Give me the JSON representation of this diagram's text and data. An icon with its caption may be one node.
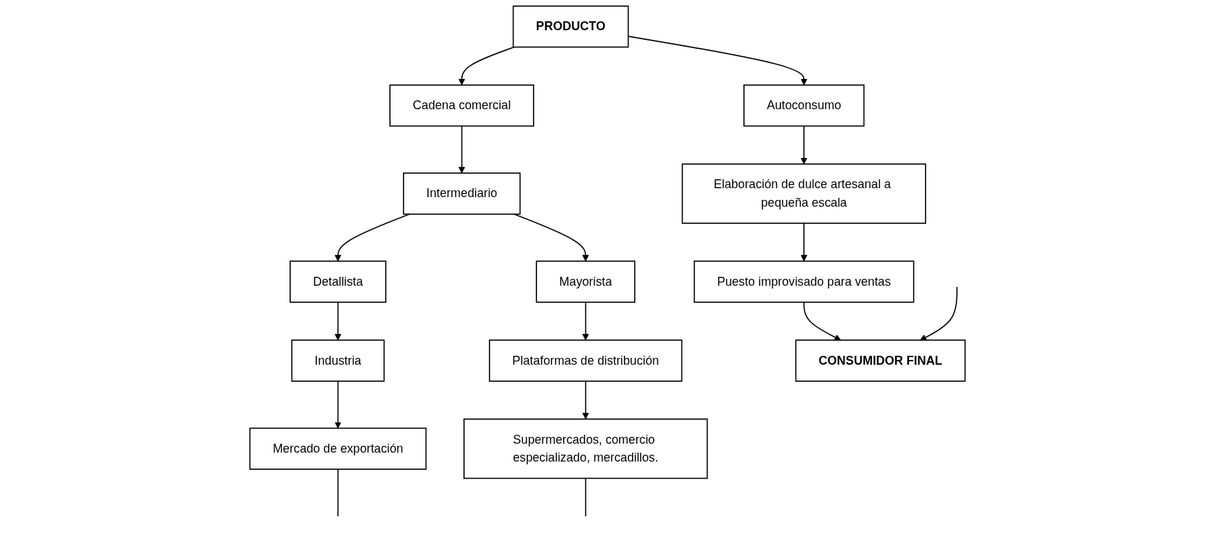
{
  "diagram": {
    "nodes": [
      {
        "text": [
          "PRODUCTO"
        ]
      },
      {
        "text": [
          "Cadena comercial"
        ]
      },
      {
        "text": [
          "Autoconsumo"
        ]
      },
      {
        "text": [
          "Intermediario"
        ]
      },
      {
        "text": [
          "Detallista"
        ]
      },
      {
        "text": [
          "Mayorista"
        ]
      },
      {
        "text": [
          "Industria"
        ]
      },
      {
        "text": [
          "Plataformas de distribución"
        ]
      },
      {
        "text": [
          "Mercado de exportación"
        ]
      },
      {
        "text": [
          "Supermercados, comercio especializado, mercadillos."
        ]
      },
      {
        "text": [
          "Elaboración de dulce artesanal a pequeña escala"
        ]
      },
      {
        "text": [
          "Puesto improvisado para ventas"
        ]
      },
      {
        "text": [
          "CONSUMIDOR FINAL"
        ]
      }
    ],
    "edges": [
      {
        "from": 0,
        "to": 1,
        "arrow": "to"
      },
      {
        "from": 0,
        "to": 2,
        "arrow": "to"
      },
      {
        "from": 1,
        "to": 3,
        "arrow": "to"
      },
      {
        "from": 3,
        "to": 4,
        "arrow": "to"
      },
      {
        "from": 3,
        "to": 5,
        "arrow": "to"
      },
      {
        "from": 4,
        "to": 6,
        "arrow": "to"
      },
      {
        "from": 5,
        "to": 7,
        "arrow": "to"
      },
      {
        "from": 6,
        "to": 8,
        "arrow": "to"
      },
      {
        "from": 7,
        "to": 9,
        "arrow": "to"
      },
      {
        "from": 2,
        "to": 10,
        "arrow": "to"
      },
      {
        "from": 10,
        "to": 11,
        "arrow": "to"
      },
      {
        "from": 11,
        "to": 12,
        "arrow": "to"
      },
      {
        "from": 8,
        "to": null,
        "arrow": "none"
      },
      {
        "from": 9,
        "to": null,
        "arrow": "none"
      },
      {
        "from": null,
        "to": 12,
        "arrow": "to"
      }
    ]
  }
}
